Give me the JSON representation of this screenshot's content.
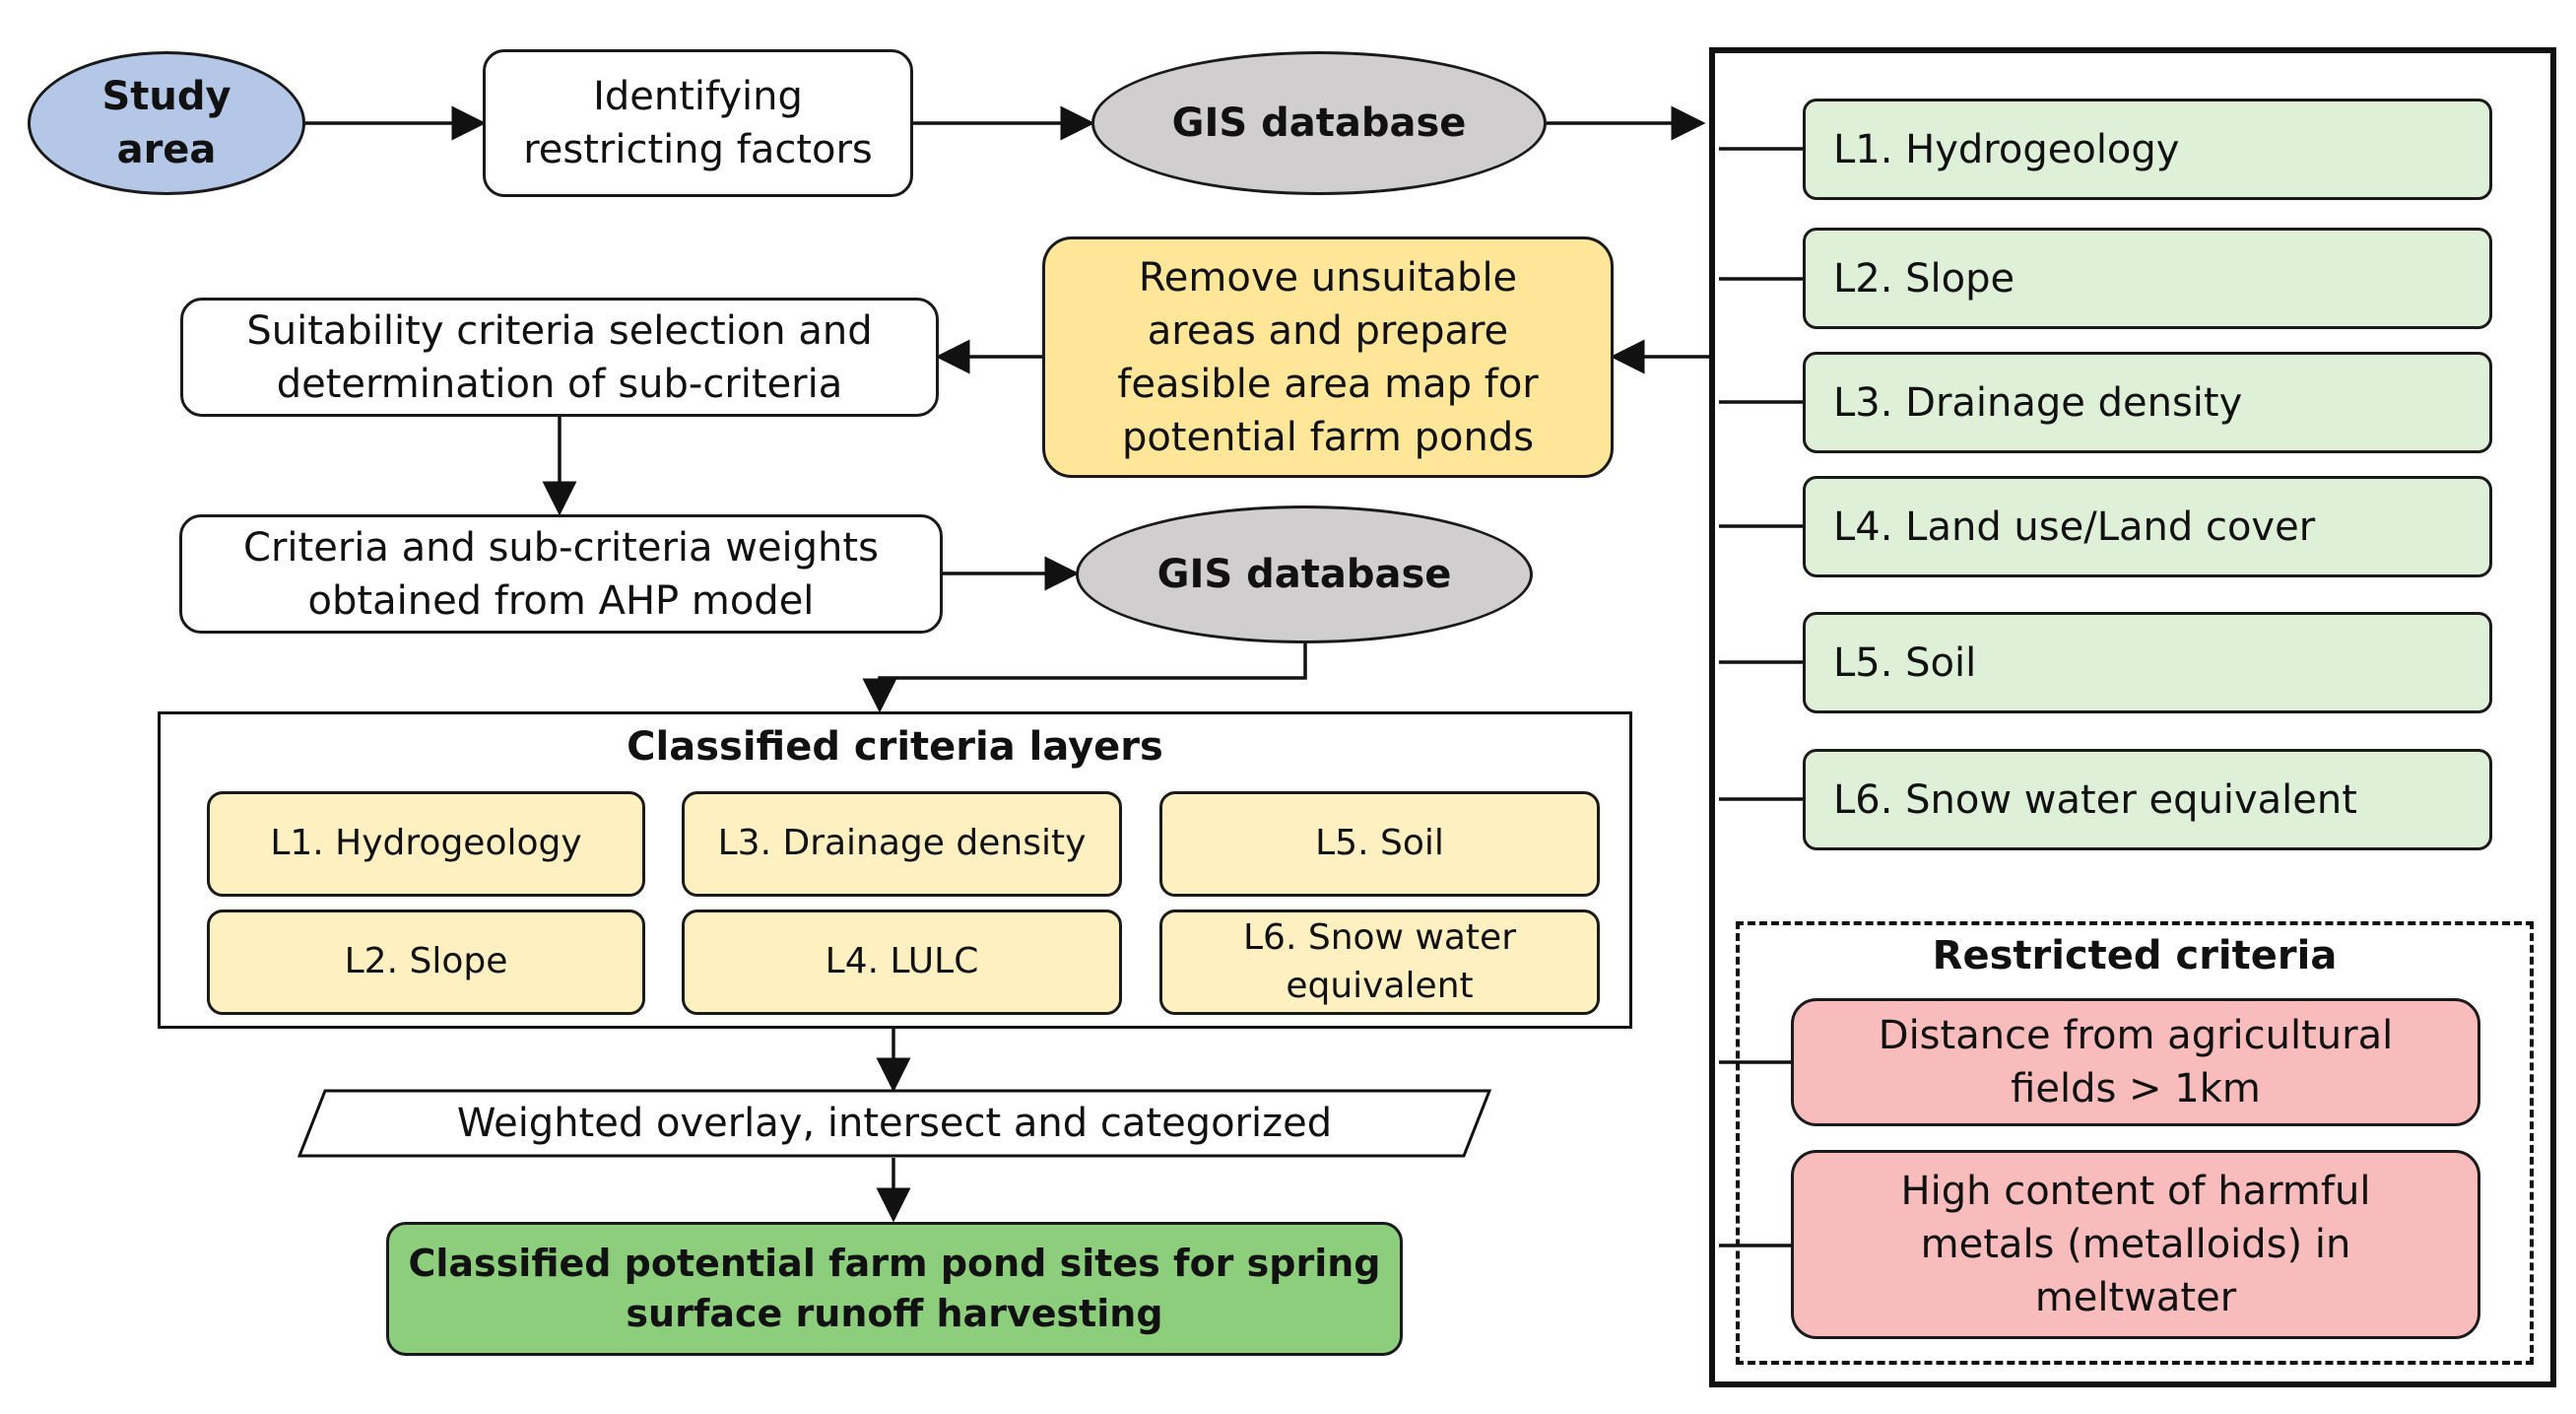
{
  "nodes": {
    "study_area": "Study\narea",
    "identifying": "Identifying\nrestricting factors",
    "gis_db_1": "GIS database",
    "remove_unsuitable": "Remove unsuitable\nareas and prepare\nfeasible area map for\npotential farm ponds",
    "suitability": "Suitability criteria selection and\ndetermination of sub-criteria",
    "criteria_weights": "Criteria and sub-criteria weights\nobtained from AHP model",
    "gis_db_2": "GIS database",
    "weighted_overlay": "Weighted overlay, intersect and categorized",
    "final_output": "Classified potential farm pond sites for spring\nsurface runoff harvesting"
  },
  "classified_layers": {
    "title": "Classified criteria layers",
    "items": [
      "L1. Hydrogeology",
      "L3. Drainage density",
      "L5. Soil",
      "L2. Slope",
      "L4. LULC",
      "L6. Snow water\nequivalent"
    ]
  },
  "right_layers": [
    "L1. Hydrogeology",
    "L2. Slope",
    "L3. Drainage density",
    "L4. Land use/Land cover",
    "L5. Soil",
    "L6. Snow water equivalent"
  ],
  "restricted": {
    "title": "Restricted criteria",
    "items": [
      "Distance from agricultural\nfields > 1km",
      "High content of harmful\nmetals (metalloids) in\nmeltwater"
    ]
  },
  "colors": {
    "study_area": "#b4c7e7",
    "gis_db": "#d0cece",
    "remove_unsuitable": "#ffe699",
    "layer_green": "#dff0d8",
    "layer_tan": "#fff0c2",
    "restricted_pink": "#f8bcbc",
    "final_green": "#8cce7c"
  }
}
